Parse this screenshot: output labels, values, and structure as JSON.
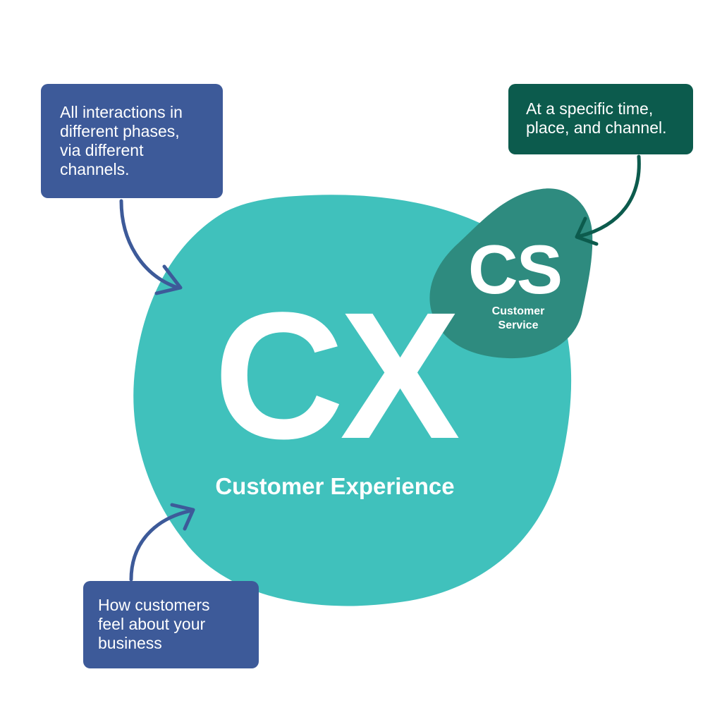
{
  "colors": {
    "cx_blob": "#40c1bc",
    "cs_blob": "#2e8b7f",
    "blue_note": "#3d5a99",
    "green_note": "#0c5b4d",
    "white": "#ffffff"
  },
  "cx": {
    "letters": "CX",
    "caption": "Customer Experience"
  },
  "cs": {
    "letters": "CS",
    "caption": "Customer\nService"
  },
  "notes": {
    "phases": "All interactions in\ndifferent phases,\nvia different\nchannels.",
    "time": "At a specific time,\nplace, and channel.",
    "feel": "How customers\nfeel about your\nbusiness"
  },
  "arrows": {
    "phases_arrow": "arrow-down-right",
    "time_arrow": "arrow-down-left",
    "feel_arrow": "arrow-up-right"
  }
}
